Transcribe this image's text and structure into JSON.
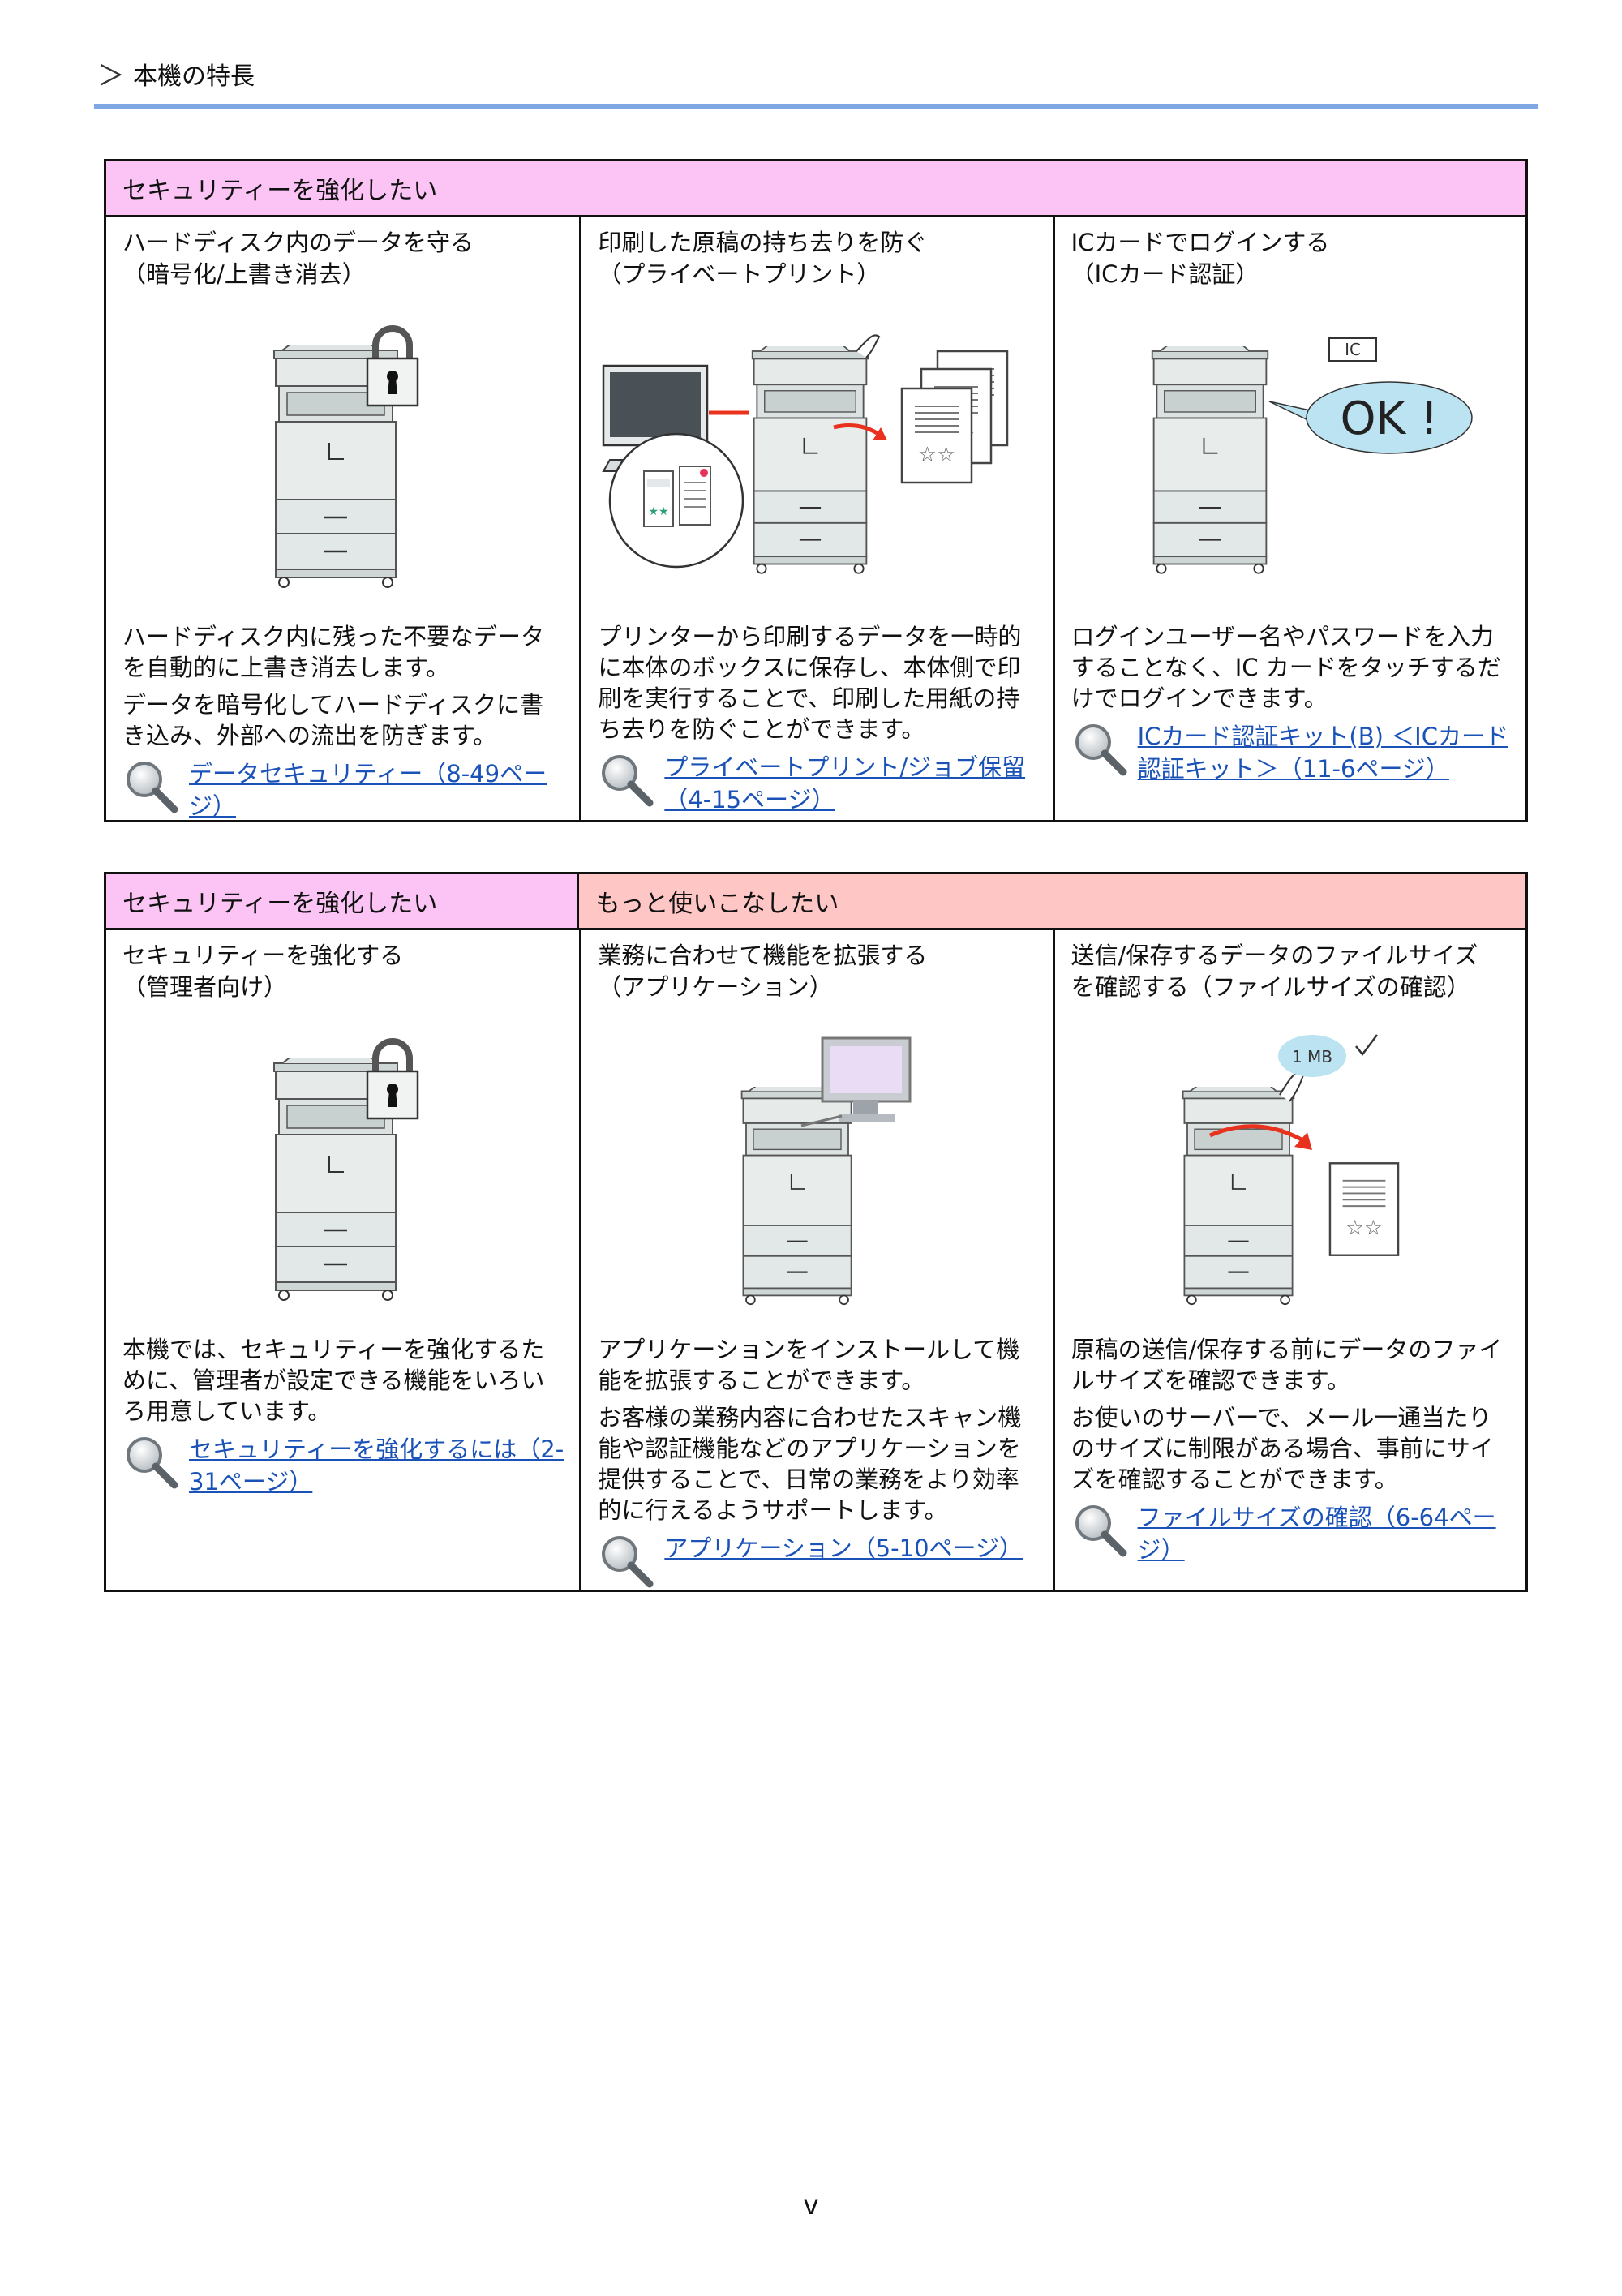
{
  "header": {
    "chevron": "＞",
    "title": "本機の特長"
  },
  "table1": {
    "headers": [
      "セキュリティーを強化したい"
    ],
    "cells": [
      {
        "title": [
          "ハードディスク内のデータを守る",
          "（暗号化/上書き消去）"
        ],
        "paragraphs": [
          "ハードディスク内に残った不要なデータを自動的に上書き消去します。",
          "データを暗号化してハードディスクに書き込み、外部への流出を防ぎます。"
        ],
        "link": "データセキュリティー（8-49ページ）",
        "illustration": "copier-with-lock"
      },
      {
        "title": [
          "印刷した原稿の持ち去りを防ぐ",
          "（プライベートプリント）"
        ],
        "paragraphs": [
          "プリンターから印刷するデータを一時的に本体のボックスに保存し、本体側で印刷を実行することで、印刷した用紙の持ち去りを防ぐことができます。"
        ],
        "link": "プライベートプリント/ジョブ保留（4-15ページ）",
        "illustration": "pc-to-copier-private-print"
      },
      {
        "title": [
          "ICカードでログインする",
          "（ICカード認証）"
        ],
        "paragraphs": [
          "ログインユーザー名やパスワードを入力することなく、IC カードをタッチするだけでログインできます。"
        ],
        "link": "ICカード認証キット(B) ＜ICカード認証キット＞（11-6ページ）",
        "illustration": "copier-ic-card-ok",
        "card_label": "IC",
        "bubble_text": "OK !"
      }
    ]
  },
  "table2": {
    "headers": [
      "セキュリティーを強化したい",
      "もっと使いこなしたい"
    ],
    "cells": [
      {
        "title": [
          "セキュリティーを強化する",
          "（管理者向け）"
        ],
        "paragraphs": [
          "本機では、セキュリティーを強化するために、管理者が設定できる機能をいろいろ用意しています。"
        ],
        "link": "セキュリティーを強化するには（2-31ページ）",
        "illustration": "copier-with-lock"
      },
      {
        "title": [
          "業務に合わせて機能を拡張する",
          "（アプリケーション）"
        ],
        "paragraphs": [
          "アプリケーションをインストールして機能を拡張することができます。",
          "お客様の業務内容に合わせたスキャン機能や認証機能などのアプリケーションを提供することで、日常の業務をより効率的に行えるようサポートします。"
        ],
        "link": "アプリケーション（5-10ページ）",
        "illustration": "copier-with-monitor"
      },
      {
        "title": [
          "送信/保存するデータのファイルサイズ",
          "を確認する（ファイルサイズの確認）"
        ],
        "paragraphs": [
          "原稿の送信/保存する前にデータのファイルサイズを確認できます。",
          "お使いのサーバーで、メール一通当たりのサイズに制限がある場合、事前にサイズを確認することができます。"
        ],
        "link": "ファイルサイズの確認（6-64ページ）",
        "illustration": "copier-file-size",
        "size_label": "1 MB"
      }
    ]
  },
  "colors": {
    "header_rule": "#7fa7e4",
    "pink_header": "#fbc4f5",
    "salmon_header": "#ffc6c6",
    "link": "#1a52b8",
    "arrow": "#e8321e"
  },
  "footer": {
    "page_number": "v"
  }
}
